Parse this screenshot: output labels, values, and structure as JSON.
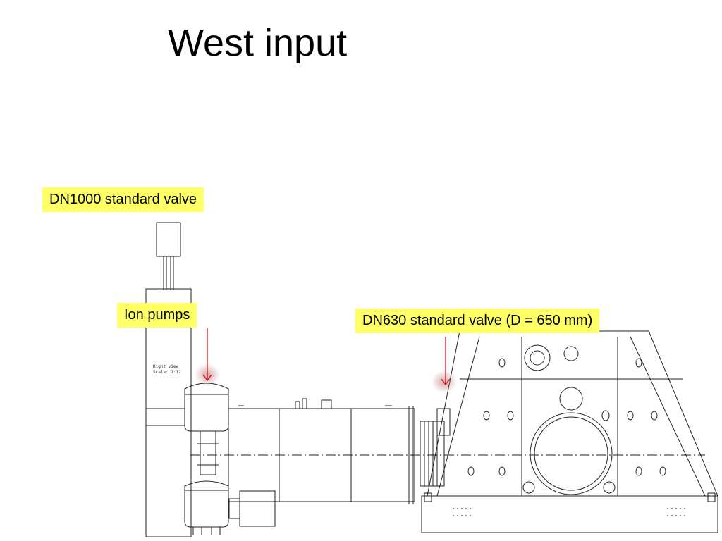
{
  "slide": {
    "title": "West input"
  },
  "labels": {
    "valve_dn1000": "DN1000 standard valve",
    "ion_pumps": "Ion pumps",
    "valve_dn630": "DN630 standard valve (D = 650 mm)"
  },
  "drawing_text": {
    "view_name": "Right view",
    "scale": "Scale:  1:12"
  },
  "colors": {
    "label_bg": "#ffff66",
    "arrow": "#d40000",
    "line": "#222222"
  }
}
